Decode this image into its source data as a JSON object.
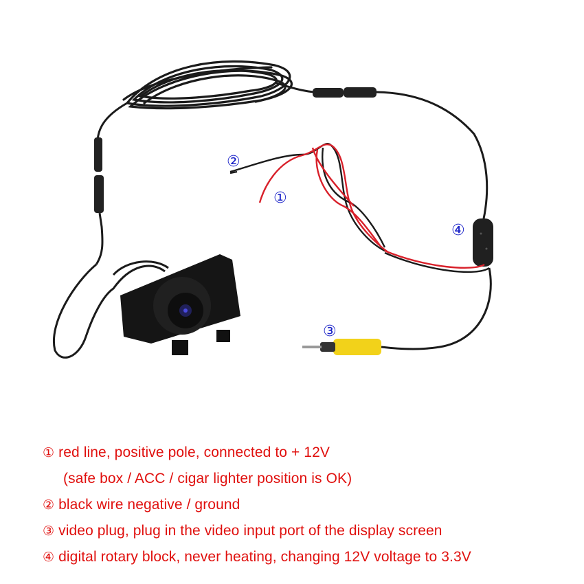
{
  "markers": [
    {
      "id": "1",
      "glyph": "①"
    },
    {
      "id": "2",
      "glyph": "②"
    },
    {
      "id": "3",
      "glyph": "③"
    },
    {
      "id": "4",
      "glyph": "④"
    }
  ],
  "legend": [
    {
      "num": "①",
      "text": "red line, positive pole, connected to + 12V",
      "sub": "(safe box / ACC / cigar lighter position is OK)"
    },
    {
      "num": "②",
      "text": "black wire negative / ground"
    },
    {
      "num": "③",
      "text": "video plug, plug in the video input port of the display screen"
    },
    {
      "num": "④",
      "text": "digital rotary block, never heating, changing 12V voltage to 3.3V"
    }
  ],
  "colors": {
    "marker_blue": "#1a22c8",
    "legend_red": "#e0100e",
    "wire_black": "#1b1b1b",
    "wire_red": "#d8202a",
    "rca_yellow": "#f2d21a"
  }
}
